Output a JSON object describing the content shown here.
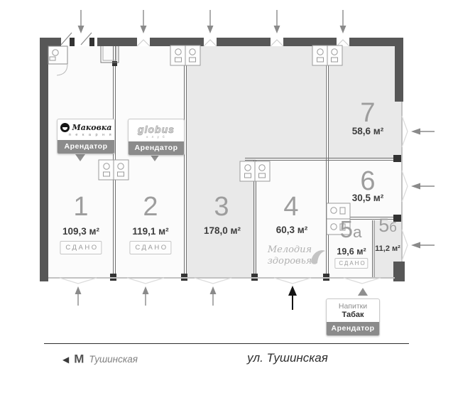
{
  "units": [
    {
      "number": "1",
      "suffix": "",
      "area": "109,3 м²",
      "status": "СДАНО"
    },
    {
      "number": "2",
      "suffix": "",
      "area": "119,1 м²",
      "status": "СДАНО"
    },
    {
      "number": "3",
      "suffix": "",
      "area": "178,0 м²"
    },
    {
      "number": "4",
      "suffix": "",
      "area": "60,3 м²"
    },
    {
      "number": "5",
      "suffix": "а",
      "area": "19,6 м²",
      "status": "СДАНО"
    },
    {
      "number": "5",
      "suffix": "б",
      "area": "11,2 м²"
    },
    {
      "number": "6",
      "suffix": "",
      "area": "30,5 м²"
    },
    {
      "number": "7",
      "suffix": "",
      "area": "58,6 м²"
    }
  ],
  "signs": {
    "makovka": {
      "logo_text": "Маковка",
      "logo_sub": "п е к а р н я",
      "label": "Арендатор"
    },
    "globus": {
      "logo_text": "globus",
      "logo_sub": "к  л  у  б",
      "label": "Арендатор"
    },
    "drinks": {
      "line1": "Напитки",
      "line2": "Табак",
      "label": "Арендатор"
    },
    "melodia": {
      "line1": "Мелодия",
      "line2": "здоровья"
    }
  },
  "footer": {
    "metro_arrow": "◀",
    "metro_letter": "М",
    "metro_station": "Тушинская",
    "street": "ул. Тушинская"
  },
  "colors": {
    "wall": "#575757",
    "shaded_unit": "#e9e9e9",
    "white_unit": "#fbfbfb",
    "sign_bar": "#8b8b8b",
    "arrow_gray": "#8a8a8a",
    "arrow_black": "#141414"
  }
}
